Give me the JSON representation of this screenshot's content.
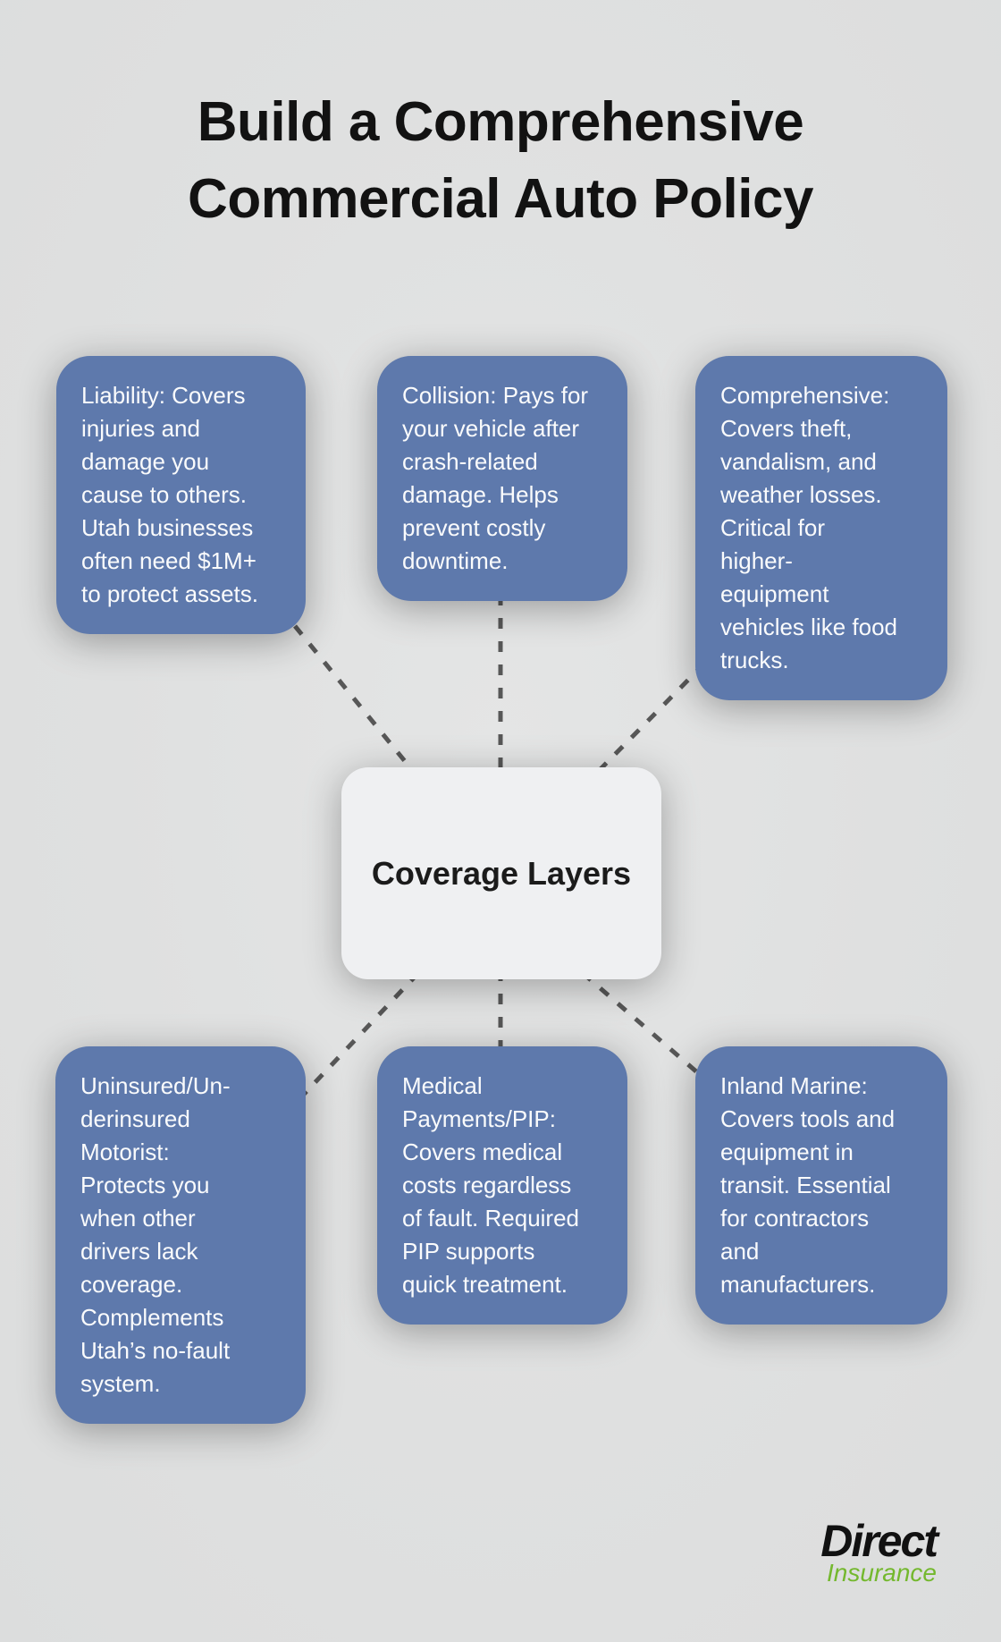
{
  "title": {
    "lines": [
      "Build a Comprehensive",
      "Commercial Auto Policy"
    ]
  },
  "center_node": {
    "label": "Coverage Layers"
  },
  "nodes": [
    {
      "id": "liability",
      "lines": [
        "Liability: Covers",
        "injuries and",
        "damage you",
        "cause to others.",
        "Utah businesses",
        "often need $1M+",
        "to protect assets."
      ]
    },
    {
      "id": "collision",
      "lines": [
        "Collision: Pays for",
        "your vehicle after",
        "crash-related",
        "damage. Helps",
        "prevent costly",
        "downtime."
      ]
    },
    {
      "id": "comprehensive",
      "lines": [
        "Comprehensive:",
        "Covers theft,",
        "vandalism, and",
        "weather losses.",
        "Critical for",
        "higher-",
        "equipment",
        "vehicles like food",
        "trucks."
      ]
    },
    {
      "id": "uninsured-motorist",
      "lines": [
        "Uninsured/Un-",
        "derinsured",
        "Motorist:",
        "Protects you",
        "when other",
        "drivers lack",
        "coverage.",
        "Complements",
        "Utah’s no-fault",
        "system."
      ]
    },
    {
      "id": "medical-payments-pip",
      "lines": [
        "Medical",
        "Payments/PIP:",
        "Covers medical",
        "costs regardless",
        "of fault. Required",
        "PIP supports",
        "quick treatment."
      ]
    },
    {
      "id": "inland-marine",
      "lines": [
        "Inland Marine:",
        "Covers tools and",
        "equipment in",
        "transit. Essential",
        "for contractors",
        "and",
        "manufacturers."
      ]
    }
  ],
  "logo": {
    "line1": "Direct",
    "line2": "Insurance"
  },
  "colors": {
    "background": "#dfe0e0",
    "node_fill": "#5e79ac",
    "node_text": "#fafbfc",
    "center_fill": "#eff0f2",
    "connector": "#575757",
    "title_text": "#121212",
    "logo_black": "#111111",
    "logo_green": "#74b82e"
  }
}
